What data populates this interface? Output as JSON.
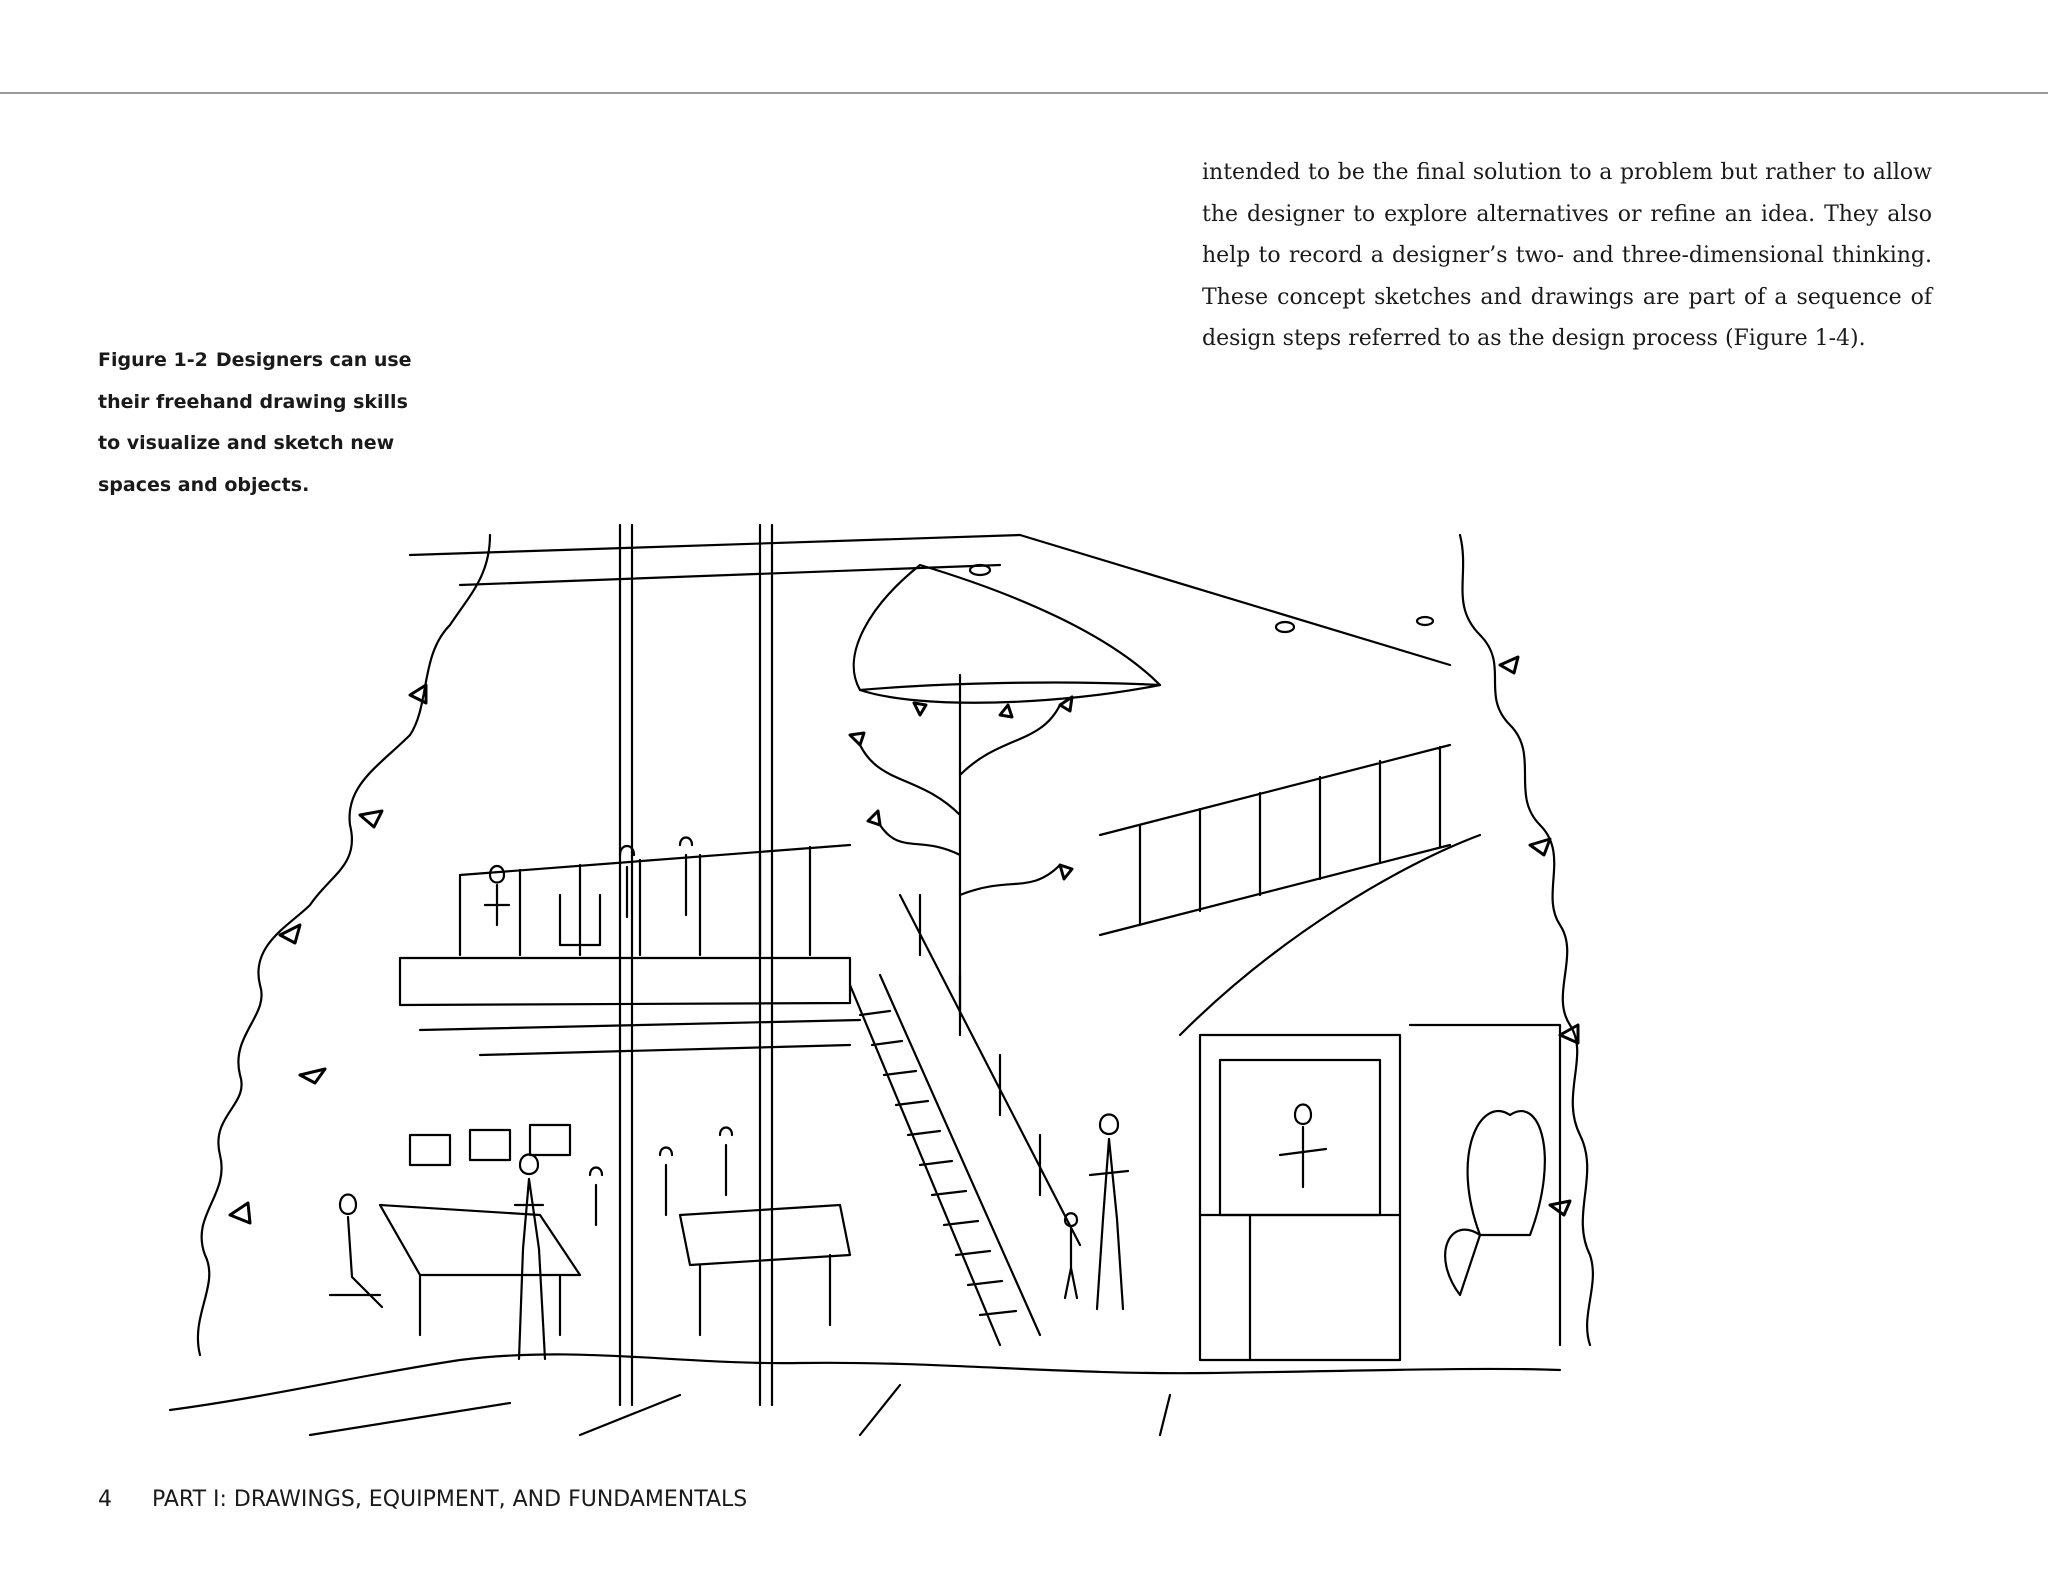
{
  "body_text": {
    "lines": [
      "intended to be the final solution to a problem but rather to allow",
      "the designer to explore alternatives or refine an idea. They also",
      "help to record a designer’s two- and three-dimensional thinking.",
      "These concept sketches and drawings are part of a sequence of",
      "design steps referred to as the design process (Figure 1-4)."
    ]
  },
  "figure": {
    "label": "Figure 1-2",
    "caption_lines": [
      "Designers can use",
      "their freehand drawing skills",
      "to visualize and sketch new",
      "spaces and objects."
    ],
    "illustration_icon": "interior-atrium-sketch-icon"
  },
  "footer": {
    "page_number": "4",
    "running_head": "PART I: DRAWINGS, EQUIPMENT, AND FUNDAMENTALS"
  },
  "colors": {
    "ink": "#000000",
    "rule": "#9a9a9a",
    "paper": "#ffffff"
  }
}
